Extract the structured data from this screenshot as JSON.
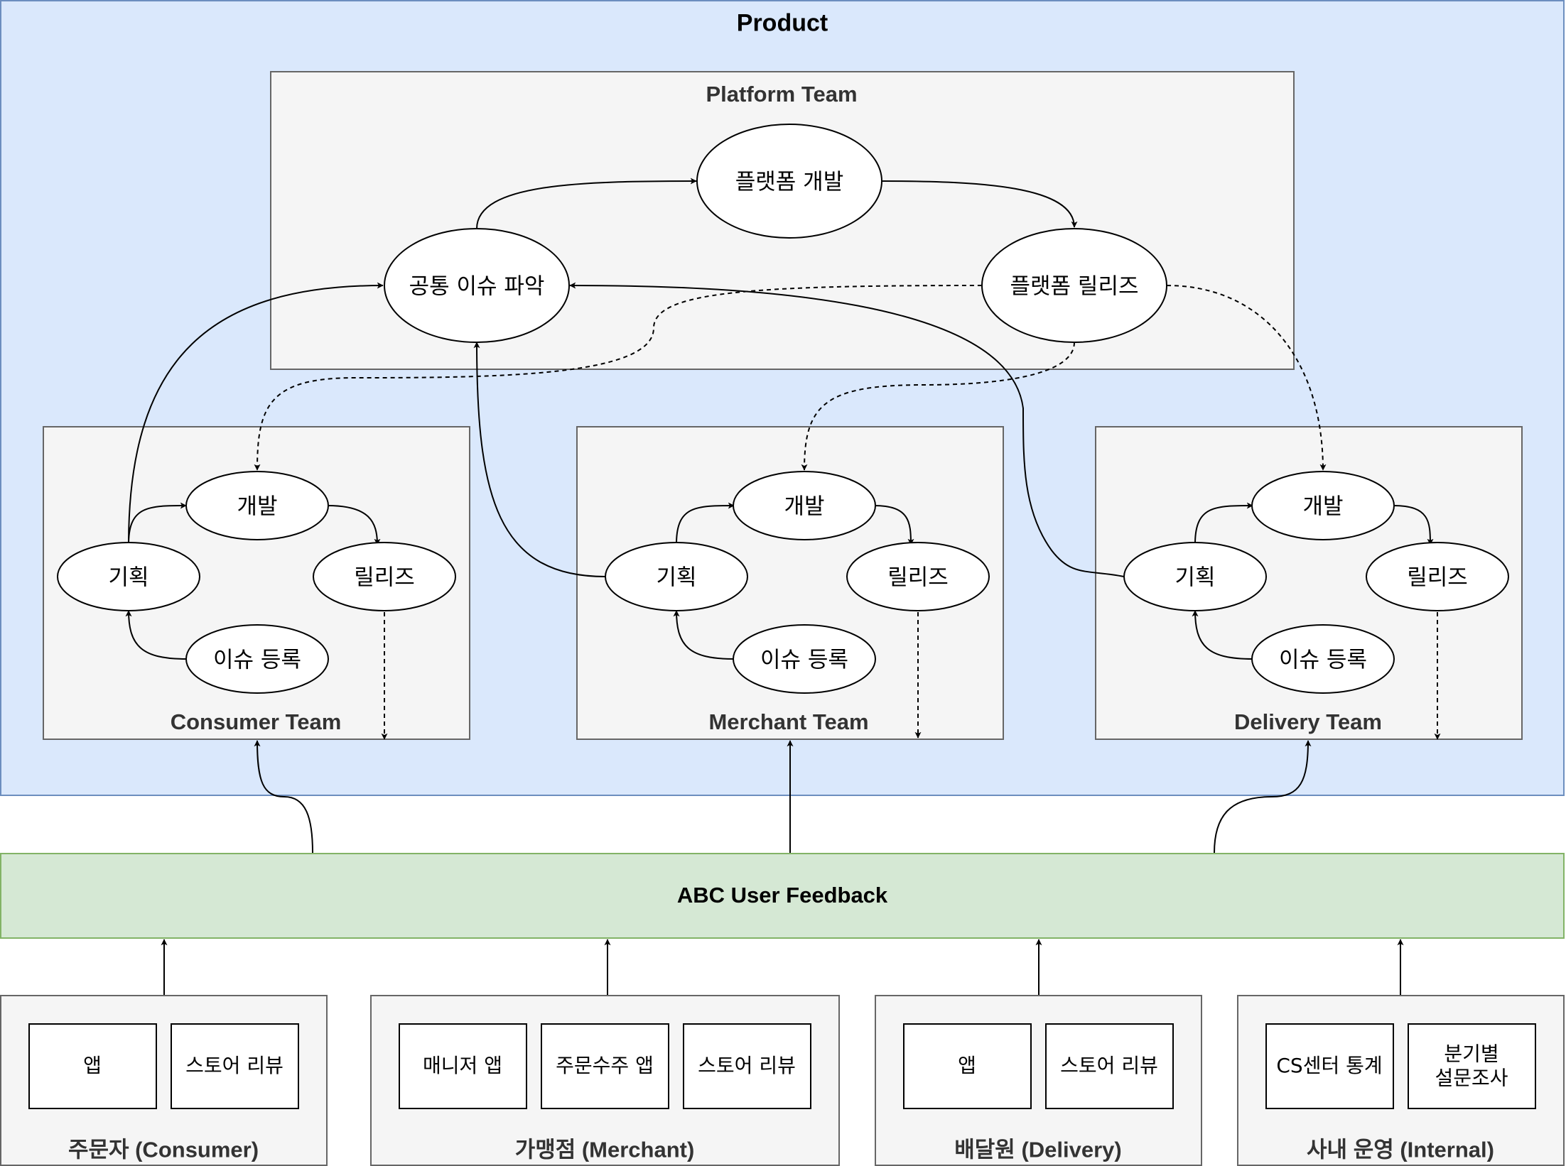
{
  "product": {
    "title": "Product"
  },
  "platform_team": {
    "title": "Platform Team",
    "nodes": {
      "issue": "공통 이슈 파악",
      "dev": "플랫폼 개발",
      "release": "플랫폼 릴리즈"
    }
  },
  "teams": [
    {
      "title": "Consumer Team",
      "plan": "기획",
      "dev": "개발",
      "release": "릴리즈",
      "issue": "이슈 등록"
    },
    {
      "title": "Merchant Team",
      "plan": "기획",
      "dev": "개발",
      "release": "릴리즈",
      "issue": "이슈 등록"
    },
    {
      "title": "Delivery Team",
      "plan": "기획",
      "dev": "개발",
      "release": "릴리즈",
      "issue": "이슈 등록"
    }
  ],
  "feedback": {
    "title": "ABC User Feedback"
  },
  "sources": [
    {
      "title": "주문자 (Consumer)",
      "items": [
        "앱",
        "스토어 리뷰"
      ]
    },
    {
      "title": "가맹점 (Merchant)",
      "items": [
        "매니저 앱",
        "주문수주 앱",
        "스토어 리뷰"
      ]
    },
    {
      "title": "배달원 (Delivery)",
      "items": [
        "앱",
        "스토어 리뷰"
      ]
    },
    {
      "title": "사내 운영 (Internal)",
      "items": [
        "CS센터 통계",
        "분기별\n설문조사"
      ]
    }
  ]
}
